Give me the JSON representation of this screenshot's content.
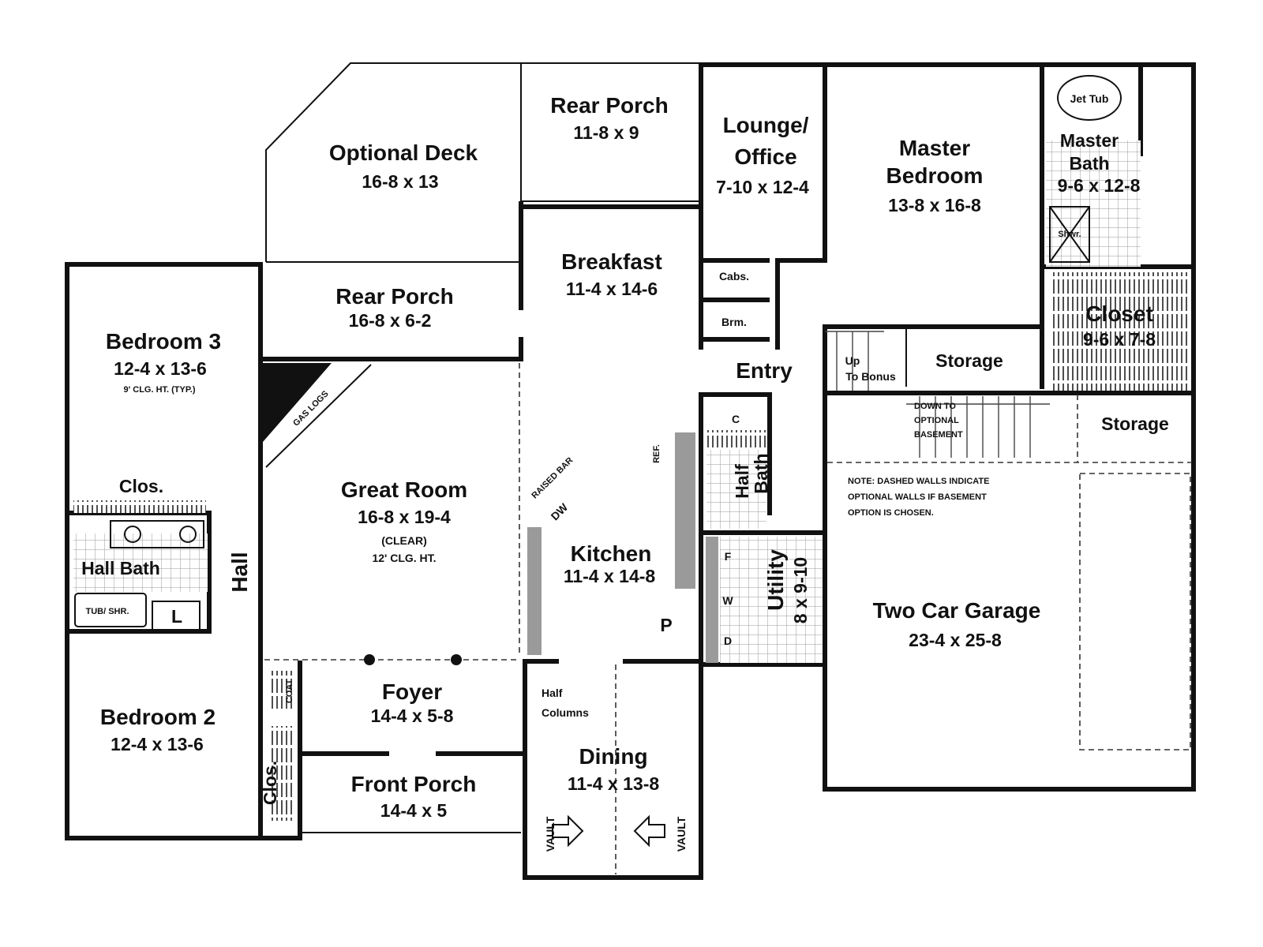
{
  "rooms": {
    "optional_deck": {
      "name": "Optional Deck",
      "size": "16-8 x 13"
    },
    "rear_porch_top": {
      "name": "Rear Porch",
      "size": "11-8 x 9"
    },
    "lounge": {
      "name_line1": "Lounge/",
      "name_line2": "Office",
      "size": "7-10 x 12-4"
    },
    "master_bedroom": {
      "name_line1": "Master",
      "name_line2": "Bedroom",
      "size": "13-8 x 16-8"
    },
    "master_bath": {
      "name_line1": "Master",
      "name_line2": "Bath",
      "size": "9-6 x 12-8"
    },
    "bedroom3": {
      "name": "Bedroom 3",
      "size": "12-4 x 13-6",
      "note": "9' CLG. HT. (TYP.)"
    },
    "rear_porch_left": {
      "name": "Rear Porch",
      "size": "16-8 x 6-2"
    },
    "breakfast": {
      "name": "Breakfast",
      "size": "11-4 x 14-6"
    },
    "closet": {
      "name": "Closet",
      "size": "9-6 x 7-8"
    },
    "entry": {
      "name": "Entry"
    },
    "storage_upper": {
      "name": "Storage"
    },
    "storage_right": {
      "name": "Storage"
    },
    "great_room": {
      "name": "Great Room",
      "size": "16-8 x 19-4",
      "note1": "(CLEAR)",
      "note2": "12' CLG. HT."
    },
    "kitchen": {
      "name": "Kitchen",
      "size": "11-4 x 14-8"
    },
    "utility": {
      "name": "Utility",
      "size": "8 x 9-10"
    },
    "two_car_garage": {
      "name": "Two Car Garage",
      "size": "23-4 x 25-8"
    },
    "hall_bath": {
      "name": "Hall Bath"
    },
    "hall": {
      "name": "Hall"
    },
    "half_bath": {
      "name_line1": "Half",
      "name_line2": "Bath"
    },
    "bedroom2": {
      "name": "Bedroom 2",
      "size": "12-4 x 13-6"
    },
    "foyer": {
      "name": "Foyer",
      "size": "14-4 x 5-8"
    },
    "front_porch": {
      "name": "Front Porch",
      "size": "14-4 x 5"
    },
    "dining": {
      "name": "Dining",
      "size": "11-4 x 13-8"
    }
  },
  "labels": {
    "jet_tub": "Jet Tub",
    "shwr": "Shwr.",
    "cabs": "Cabs.",
    "brm": "Brm.",
    "up_line1": "Up",
    "up_line2": "To Bonus",
    "down_line1": "DOWN TO",
    "down_line2": "OPTIONAL",
    "down_line3": "BASEMENT",
    "closet_c": "C",
    "ref": "REF.",
    "raised_bar": "RAISED BAR",
    "dw": "DW",
    "pantry": "P",
    "gas_logs": "GAS LOGS",
    "clos_bed3": "Clos.",
    "clos_bed2": "Clos.",
    "tub_shr": "TUB/ SHR.",
    "linen": "L",
    "coat": "COAT",
    "half_columns_line1": "Half",
    "half_columns_line2": "Columns",
    "vault_left": "VAULT",
    "vault_right": "VAULT",
    "freezer": "F",
    "washer": "W",
    "dryer": "D"
  },
  "note": {
    "line1": "NOTE: DASHED WALLS INDICATE",
    "line2": "OPTIONAL WALLS IF BASEMENT",
    "line3": "OPTION IS CHOSEN."
  }
}
